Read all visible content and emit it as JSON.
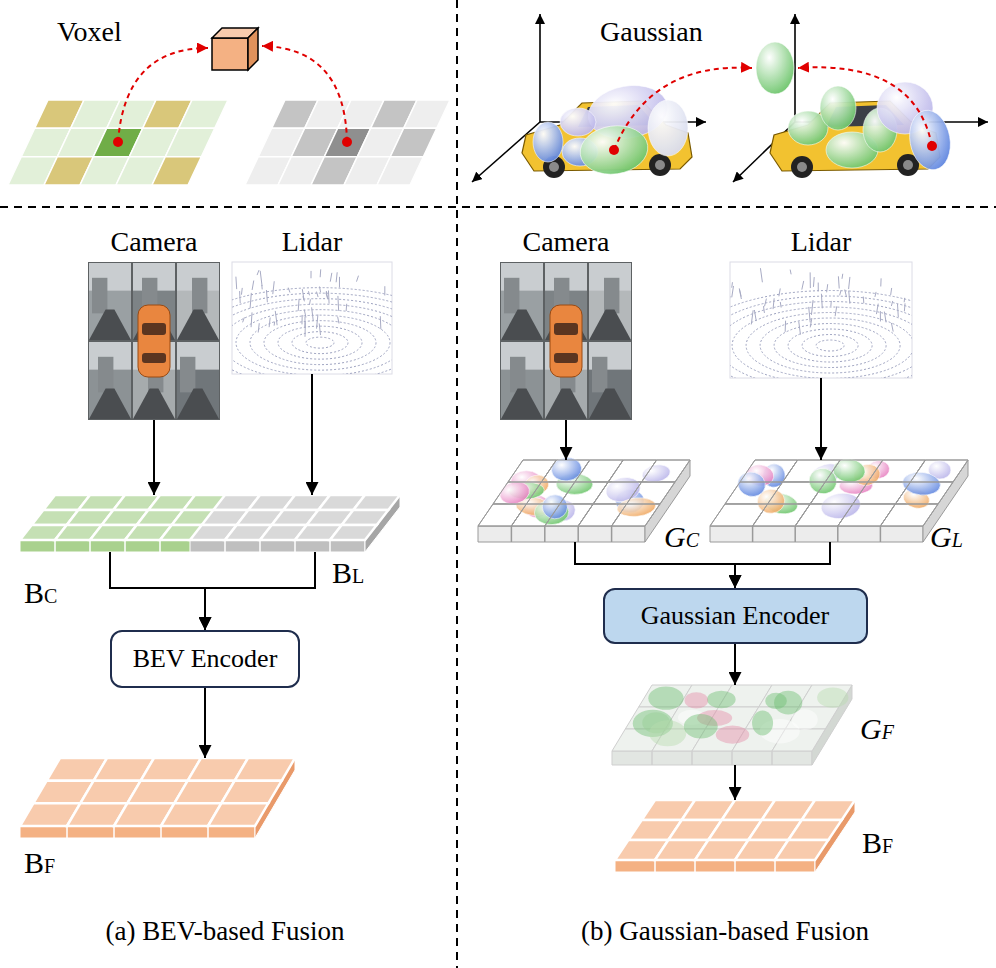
{
  "diagram": {
    "nodes": [
      {
        "text": [
          "Camera"
        ]
      },
      {
        "text": [
          "Lidar"
        ]
      },
      {
        "text": [
          "BC"
        ]
      },
      {
        "text": [
          "BL"
        ]
      },
      {
        "text": [
          "BEV Encoder"
        ]
      },
      {
        "text": [
          "BF"
        ]
      },
      {
        "text": [
          "Camera"
        ]
      },
      {
        "text": [
          "Lidar"
        ]
      },
      {
        "text": [
          "GC"
        ]
      },
      {
        "text": [
          "GL"
        ]
      },
      {
        "text": [
          "Gaussian Encoder"
        ]
      },
      {
        "text": [
          "GF"
        ]
      },
      {
        "text": [
          "BF"
        ]
      }
    ],
    "edges": [
      {
        "from": 0,
        "to": 2,
        "arrow": "to"
      },
      {
        "from": 1,
        "to": 3,
        "arrow": "to"
      },
      {
        "from": 2,
        "to": 4,
        "arrow": "to"
      },
      {
        "from": 3,
        "to": 4,
        "arrow": "to"
      },
      {
        "from": 4,
        "to": 5,
        "arrow": "to"
      },
      {
        "from": 6,
        "to": 8,
        "arrow": "to"
      },
      {
        "from": 7,
        "to": 9,
        "arrow": "to"
      },
      {
        "from": 8,
        "to": 10,
        "arrow": "to"
      },
      {
        "from": 9,
        "to": 10,
        "arrow": "to"
      },
      {
        "from": 10,
        "to": 11,
        "arrow": "to"
      },
      {
        "from": 11,
        "to": 12,
        "arrow": "to"
      }
    ],
    "labels": [
      "Voxel",
      "Gaussian",
      "(a) BEV-based Fusion",
      "(b) Gaussian-based Fusion"
    ]
  }
}
